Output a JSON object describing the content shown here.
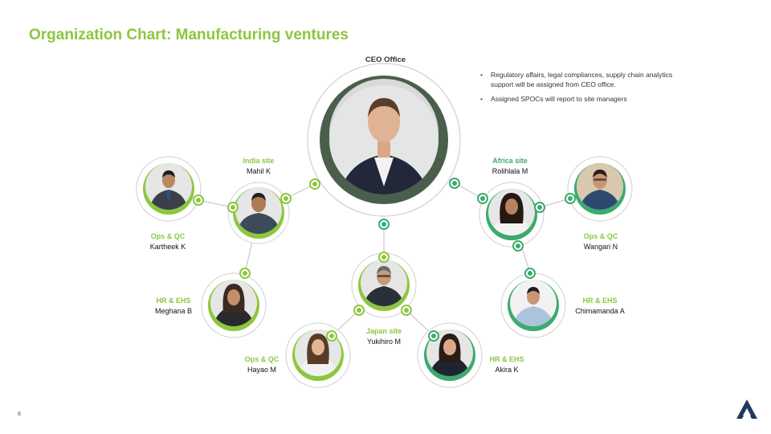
{
  "title": "Organization Chart: Manufacturing ventures",
  "ceo": {
    "label": "CEO Office"
  },
  "notes": [
    "Regulatory affairs, legal compliances, supply chain analytics support will be assigned from CEO office.",
    "Assigned SPOCs will report to site managers"
  ],
  "sites": {
    "india": {
      "role": "India site",
      "name": "Mahil K"
    },
    "africa": {
      "role": "Africa site",
      "name": "Rolihlala M"
    },
    "japan": {
      "role": "Japan site",
      "name": "Yukihiro M"
    }
  },
  "members": {
    "india_ops": {
      "role": "Ops & QC",
      "name": "Kartheek K"
    },
    "india_hr": {
      "role": "HR & EHS",
      "name": "Meghana B"
    },
    "japan_ops": {
      "role": "Ops & QC",
      "name": "Hayao M"
    },
    "japan_hr": {
      "role": "HR & EHS",
      "name": "Akira K"
    },
    "africa_ops": {
      "role": "Ops & QC",
      "name": "Wangari N"
    },
    "africa_hr": {
      "role": "HR & EHS",
      "name": "Chimamanda A"
    }
  },
  "page_number": "8",
  "colors": {
    "light_green": "#8DC63F",
    "dark_green": "#3DAA6E",
    "ceo_dark": "#4A5E4C",
    "logo_navy": "#1F3A5F"
  }
}
